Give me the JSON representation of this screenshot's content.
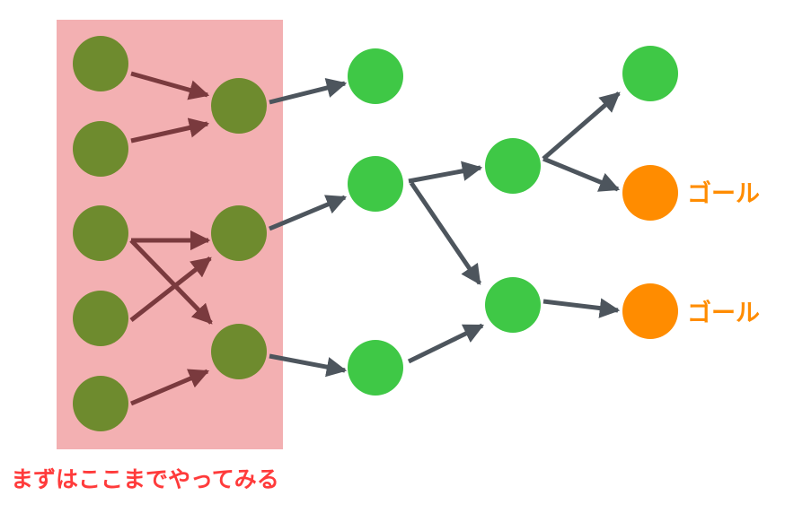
{
  "colors": {
    "highlight_fill": "#F3B0B2",
    "start_node": "#6E8B2E",
    "mid_node": "#3FC846",
    "goal_node": "#FF8C00",
    "arrow_inside": "#7A3A3E",
    "arrow_outside": "#4D555D",
    "goal_text": "#FF8C00",
    "caption_text": "#FF3B3B"
  },
  "diagram": {
    "highlight_caption": "まずはここまでやってみる",
    "goal_labels": [
      "ゴール",
      "ゴール"
    ]
  }
}
